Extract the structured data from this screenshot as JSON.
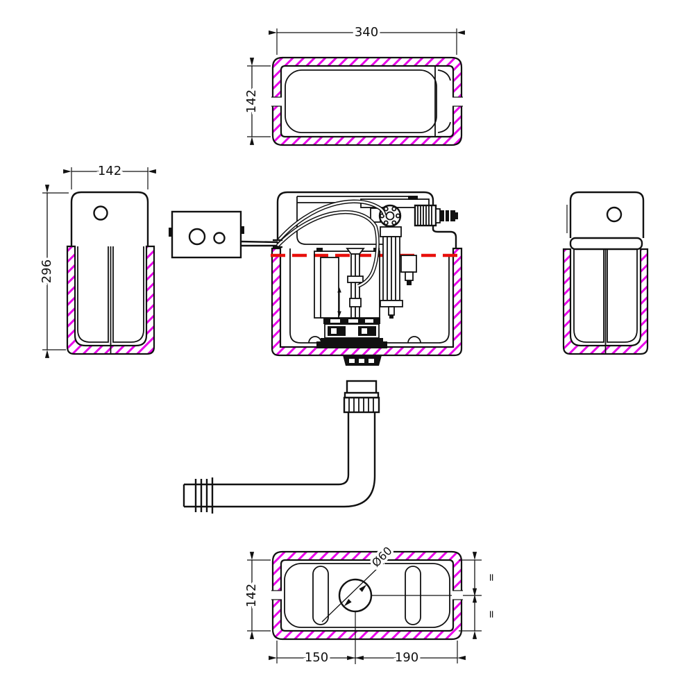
{
  "colors": {
    "line": "#111111",
    "hatch_magenta": "#ea00ea",
    "waterline_red": "#e8100c",
    "background": "#ffffff"
  },
  "dimensions": {
    "top_view": {
      "width": "340",
      "depth": "142"
    },
    "side_view": {
      "width": "142",
      "height": "296"
    },
    "bottom_view": {
      "depth": "142",
      "offset_left": "150",
      "offset_right": "190",
      "outlet_diameter": "Ø60",
      "equal_mark_upper": "=",
      "equal_mark_lower": "="
    }
  }
}
